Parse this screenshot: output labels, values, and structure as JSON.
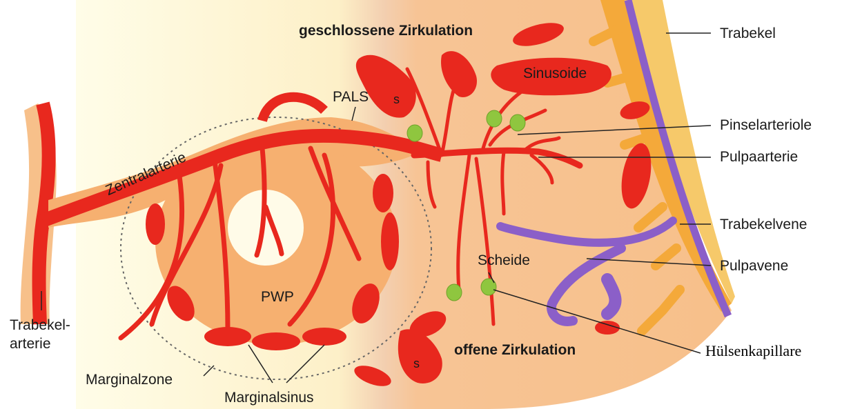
{
  "labels": {
    "geschlossene_zirkulation": "geschlossene Zirkulation",
    "offene_zirkulation": "offene Zirkulation",
    "sinusoide": "Sinusoide",
    "pals": "PALS",
    "zentralarterie": "Zentralarterie",
    "pwp": "PWP",
    "scheide": "Scheide",
    "s_upper": "s",
    "s_lower": "s",
    "trabekel": "Trabekel",
    "pinselarteriole": "Pinselarteriole",
    "pulpaarterie": "Pulpaarterie",
    "trabekelvene": "Trabekelvene",
    "pulpavene": "Pulpavene",
    "huelsenkapillare": "Hülsenkapillare",
    "trabekelarterie": "Trabekel-\narterie",
    "marginalzone": "Marginalzone",
    "marginalsinus": "Marginalsinus"
  },
  "colors": {
    "artery": "#e8281e",
    "vein": "#8b5fc8",
    "pulp": "#f7c08a",
    "white_pulp": "#f6b070",
    "capsule": "#f5b53a",
    "sheath": "#8fc63f"
  }
}
